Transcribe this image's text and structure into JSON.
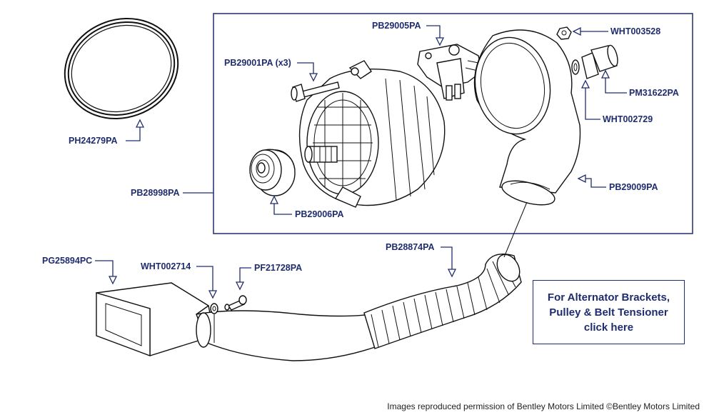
{
  "parts": {
    "ph24279pa": "PH24279PA",
    "pb29001pa": "PB29001PA (x3)",
    "pb29005pa": "PB29005PA",
    "wht003528": "WHT003528",
    "pm31622pa": "PM31622PA",
    "wht002729": "WHT002729",
    "pb28998pa": "PB28998PA",
    "pb29006pa": "PB29006PA",
    "pb29009pa": "PB29009PA",
    "pg25894pc": "PG25894PC",
    "wht002714": "WHT002714",
    "pf21728pa": "PF21728PA",
    "pb28874pa": "PB28874PA"
  },
  "link": {
    "text": "For Alternator Brackets,\nPulley & Belt Tensioner\nclick here"
  },
  "footer": {
    "copyright": "Images reproduced permission of Bentley Motors Limited ©Bentley Motors Limited"
  },
  "colors": {
    "label": "#1f2d6e",
    "line": "#111111",
    "background": "#ffffff"
  }
}
